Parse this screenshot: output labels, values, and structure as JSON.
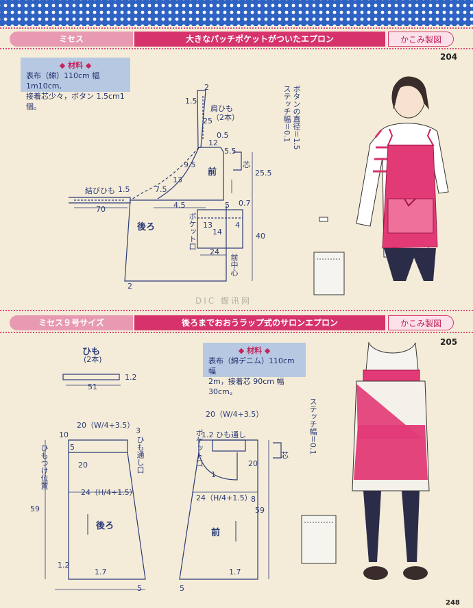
{
  "top": {
    "left_label": "ミセス",
    "title": "大きなパッチポケットがついたエプロン",
    "right_label": "かこみ製図",
    "page_no": "204"
  },
  "top_materials": {
    "title": "◆ 材料 ◆",
    "line1": "表布（綿）110cm 幅 1m10cm,",
    "line2": "接着芯少々，ボタン 1.5cm1 個。"
  },
  "top_pattern": {
    "d_2": "2",
    "d_1_5a": "1.5",
    "shoulder_strap": "肩ひも",
    "strap_count": "（2本）",
    "d_25": "25",
    "d_0_5": "0.5",
    "d_12": "12",
    "d_5_5": "5.5",
    "d_9_5": "9.5",
    "d_13": "13",
    "d_7_5": "7.5",
    "front": "前",
    "d_25_5": "25.5",
    "tie_strap": "結びひも",
    "d_1_5b": "1.5",
    "d_70": "70",
    "d_4_5": "4.5",
    "d_5": "5",
    "d_0_7": "0.7",
    "back": "後ろ",
    "pocket_opening": "ポケット口",
    "d_13b": "13",
    "d_14": "14",
    "d_4": "4",
    "d_40": "40",
    "d_24": "24",
    "front_center": "前中心",
    "d_2b": "2",
    "interfacing": "芯",
    "button_note": "ボタンの直径＝1.5",
    "stitch_note": "ステッチ幅＝0.1"
  },
  "bottom": {
    "left_label": "ミセス９号サイズ",
    "title": "後ろまでおおうラップ式のサロンエプロン",
    "right_label": "かこみ製図",
    "page_no": "205"
  },
  "bottom_materials": {
    "title": "◆ 材料 ◆",
    "line1": "表布（綿デニム）110cm 幅",
    "line2": "2m，接着芯 90cm 幅 30cm。"
  },
  "bottom_pattern": {
    "strap": "ひも",
    "strap_count": "(2本)",
    "d_1_2": "1.2",
    "d_51": "51",
    "w_formula_left": "20（W/4+3.5）",
    "d_3": "3",
    "strap_loop": "ひも通し口",
    "d_10": "10",
    "d_5a": "5",
    "d_20a": "20",
    "strap_attach": "ひもつけ位置",
    "h_formula_left": "24（H/4+1.5）",
    "back": "後ろ",
    "d_59a": "59",
    "d_1_2b": "1.2",
    "d_1_7a": "1.7",
    "d_5b": "5",
    "w_formula_right": "20（W/4+3.5）",
    "strap_loop_right": "1.2 ひも通し",
    "pocket_opening": "ポケット口",
    "d_20b": "20",
    "d_1": "1",
    "h_formula_right": "24（H/4+1.5）",
    "d_8": "8",
    "front": "前",
    "d_59b": "59",
    "d_1_7b": "1.7",
    "d_5c": "5",
    "interfacing": "芯",
    "stitch_note": "ステッチ幅＝0.1"
  },
  "footer": {
    "page_no": "248"
  },
  "watermark": {
    "text": "DIC 蝶讯网"
  },
  "colors": {
    "line": "#2a3a78",
    "accent": "#d6336c",
    "paper": "#f4ecd8",
    "dots": "#2e63c4"
  }
}
